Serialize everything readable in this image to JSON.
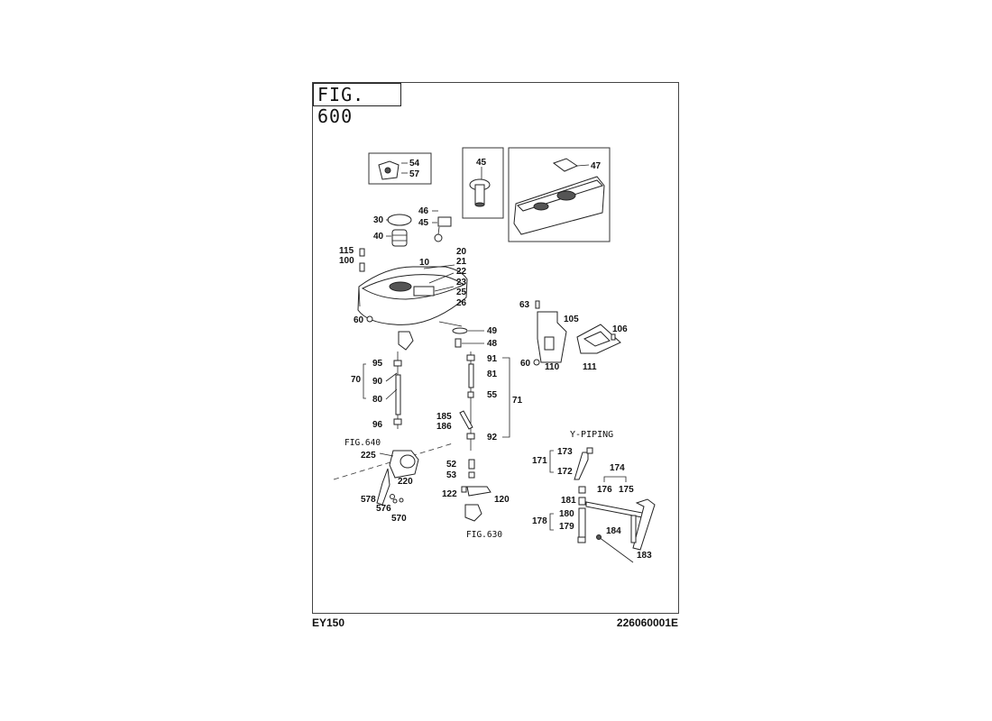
{
  "figure": {
    "label": "FIG. 600",
    "model": "EY150",
    "doc_number": "226060001E"
  },
  "section_titles": {
    "y_piping": "Y-PIPING"
  },
  "refs": {
    "fig640": "FIG.640",
    "fig630": "FIG.630"
  },
  "callouts": {
    "c54": "54",
    "c57": "57",
    "c45a": "45",
    "c47": "47",
    "c46": "46",
    "c45b": "45",
    "c30": "30",
    "c40": "40",
    "c115": "115",
    "c100": "100",
    "c20": "20",
    "c21": "21",
    "c10": "10",
    "c22": "22",
    "c23": "23",
    "c25": "25",
    "c26": "26",
    "c60a": "60",
    "c49": "49",
    "c48": "48",
    "c63": "63",
    "c105": "105",
    "c106": "106",
    "c60b": "60",
    "c110": "110",
    "c111": "111",
    "c95": "95",
    "c70": "70",
    "c90": "90",
    "c80": "80",
    "c96": "96",
    "c91": "91",
    "c81": "81",
    "c55": "55",
    "c71": "71",
    "c185": "185",
    "c186": "186",
    "c92": "92",
    "c225": "225",
    "c220": "220",
    "c52": "52",
    "c53": "53",
    "c122": "122",
    "c120": "120",
    "c578": "578",
    "c576": "576",
    "c570": "570",
    "c173": "173",
    "c171": "171",
    "c172": "172",
    "c174": "174",
    "c176": "176",
    "c175": "175",
    "c181": "181",
    "c180": "180",
    "c178": "178",
    "c179": "179",
    "c184": "184",
    "c183": "183"
  }
}
